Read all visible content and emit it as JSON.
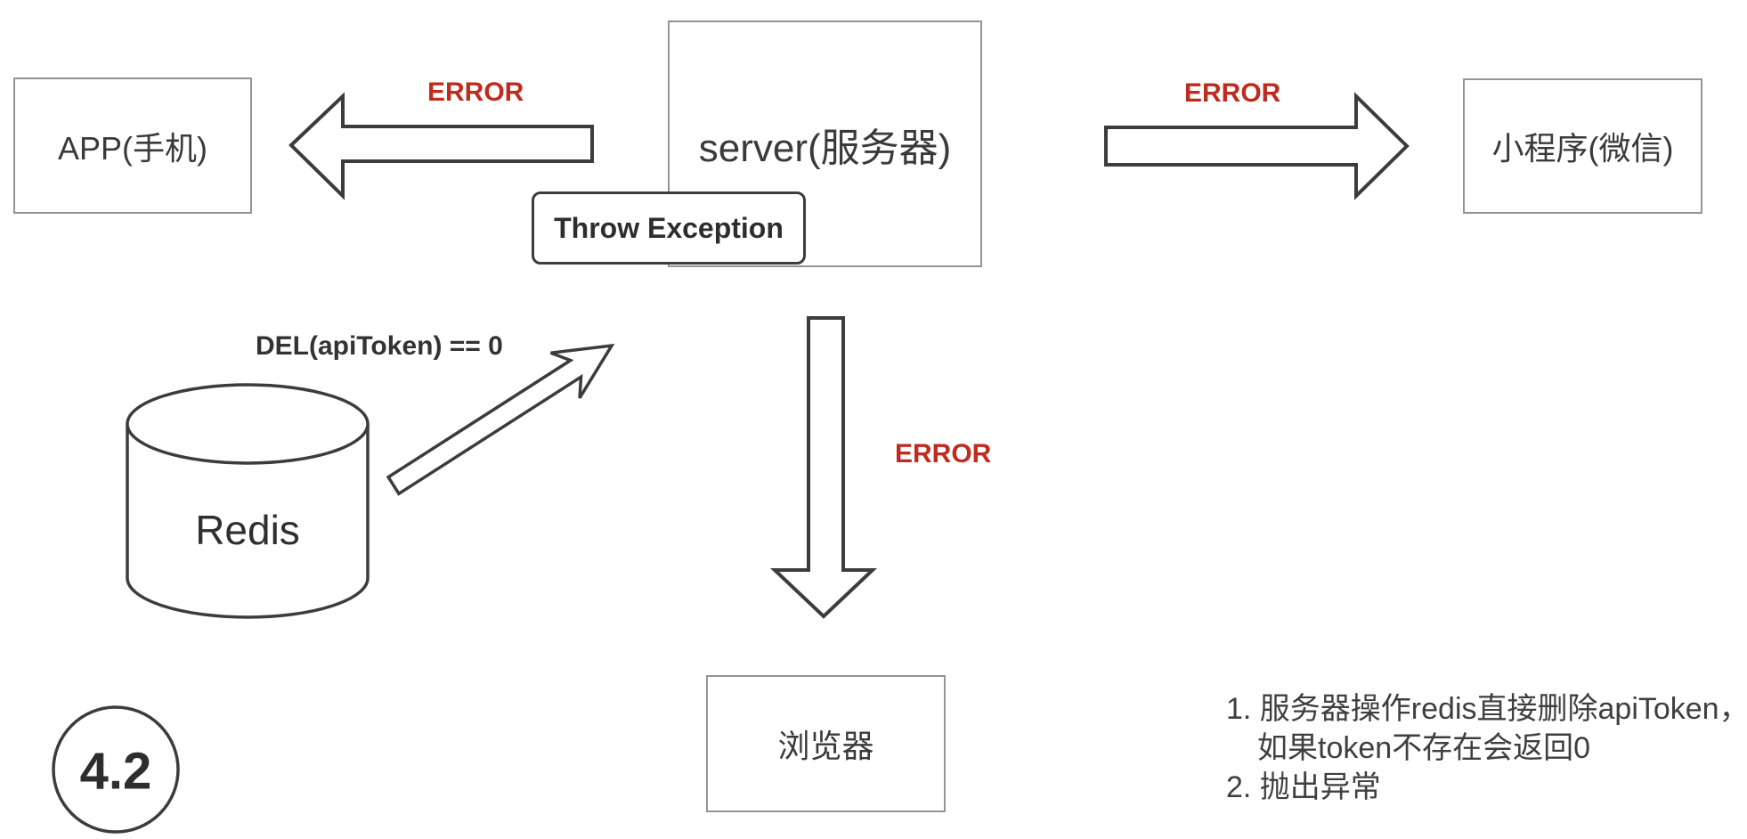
{
  "colors": {
    "error_red": "#bf2c1f",
    "box_border_gray": "#949494",
    "shape_stroke_dark": "#3c3c3c",
    "text_dark": "#3a3a3a",
    "background": "#ffffff"
  },
  "nodes": {
    "app": {
      "label": "APP(手机)"
    },
    "server": {
      "label": "server(服务器)"
    },
    "miniprogram": {
      "label": "小程序(微信)"
    },
    "browser": {
      "label": "浏览器"
    },
    "redis": {
      "label": "Redis"
    },
    "throw_exception": {
      "label": "Throw Exception"
    }
  },
  "edges": {
    "server_to_app": {
      "label": "ERROR"
    },
    "server_to_miniprogram": {
      "label": "ERROR"
    },
    "server_to_browser": {
      "label": "ERROR"
    },
    "redis_to_server": {
      "label": "DEL(apiToken) == 0"
    }
  },
  "badge": {
    "label": "4.2"
  },
  "notes": {
    "item1_line1": "1. 服务器操作redis直接删除apiToken，",
    "item1_line2": "如果token不存在会返回0",
    "item2": "2. 抛出异常"
  }
}
